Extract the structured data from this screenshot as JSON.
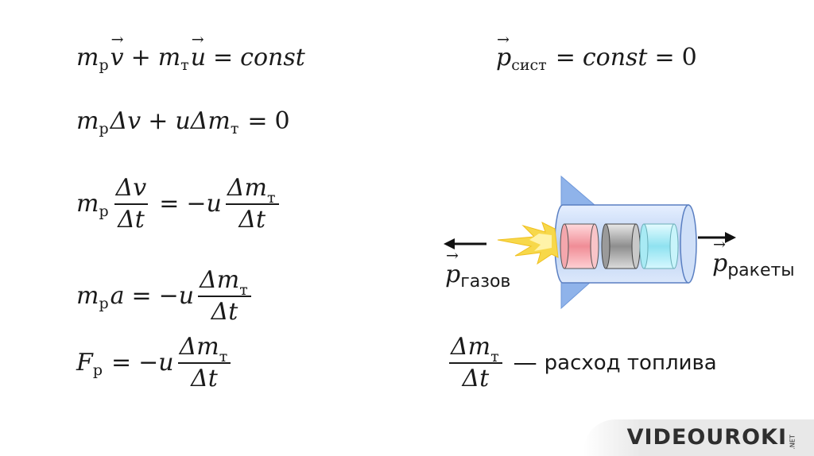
{
  "symbols": {
    "m": "m",
    "v": "v",
    "u": "u",
    "a": "a",
    "F": "F",
    "p": "p",
    "delta_v": "Δv",
    "delta_t": "Δt",
    "delta_m": "Δm",
    "sub_r": "р",
    "sub_t": "т",
    "sub_sist": "сист",
    "const": "const",
    "zero": "0"
  },
  "operators": {
    "plus": "+",
    "equals": "=",
    "minus_u": "−u"
  },
  "text": {
    "dash": "—",
    "fuel_consumption": "расход топлива"
  },
  "diagram_labels": {
    "gases_sub": "газов",
    "rocket_sub": "ракеты"
  },
  "colors": {
    "rocket_body": "#b9d0f2",
    "rocket_fin": "#7fa9e8",
    "fuel_red": "#f4a7ad",
    "fuel_gray": "#aaaaaa",
    "fuel_cyan": "#a8eaf4",
    "flame": "#f7d84a"
  },
  "logo": {
    "text": "VIDEOUROKI",
    "suffix": ".NET"
  }
}
